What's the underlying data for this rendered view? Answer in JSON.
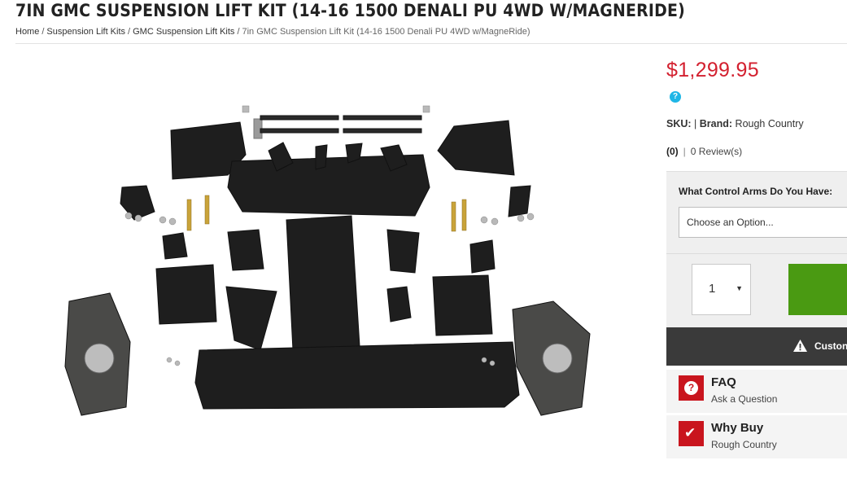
{
  "page": {
    "title": "7IN GMC SUSPENSION LIFT KIT (14-16 1500 DENALI PU 4WD W/MAGNERIDE)"
  },
  "breadcrumb": {
    "items": [
      "Home",
      "Suspension Lift Kits",
      "GMC Suspension Lift Kits"
    ],
    "separator": "/",
    "current": "7in GMC Suspension Lift Kit (14-16 1500 Denali PU 4WD w/MagneRide)"
  },
  "product": {
    "price": "$1,299.95",
    "help_glyph": "?",
    "sku_label": "SKU:",
    "sku_value": "",
    "divider": "|",
    "brand_label": "Brand:",
    "brand_value": "Rough Country",
    "rating_count": "(0)",
    "reviews_text": "0 Review(s)"
  },
  "options": {
    "label": "What Control Arms Do You Have:",
    "select_placeholder": "Choose an Option...",
    "quantity": "1",
    "quantity_caret": "▼"
  },
  "custom_bar": {
    "icon": "warning-icon",
    "label": "Custon"
  },
  "faq": {
    "title": "FAQ",
    "subtitle": "Ask a Question",
    "icon_glyph": "?"
  },
  "why_buy": {
    "title": "Why Buy",
    "subtitle": "Rough Country",
    "icon_glyph": "✔"
  },
  "colors": {
    "price": "#d3202f",
    "add_to_cart": "#4a9a12",
    "badge": "#c9151e",
    "help": "#1fb6e6",
    "dark_bar": "#3a3a3a"
  }
}
